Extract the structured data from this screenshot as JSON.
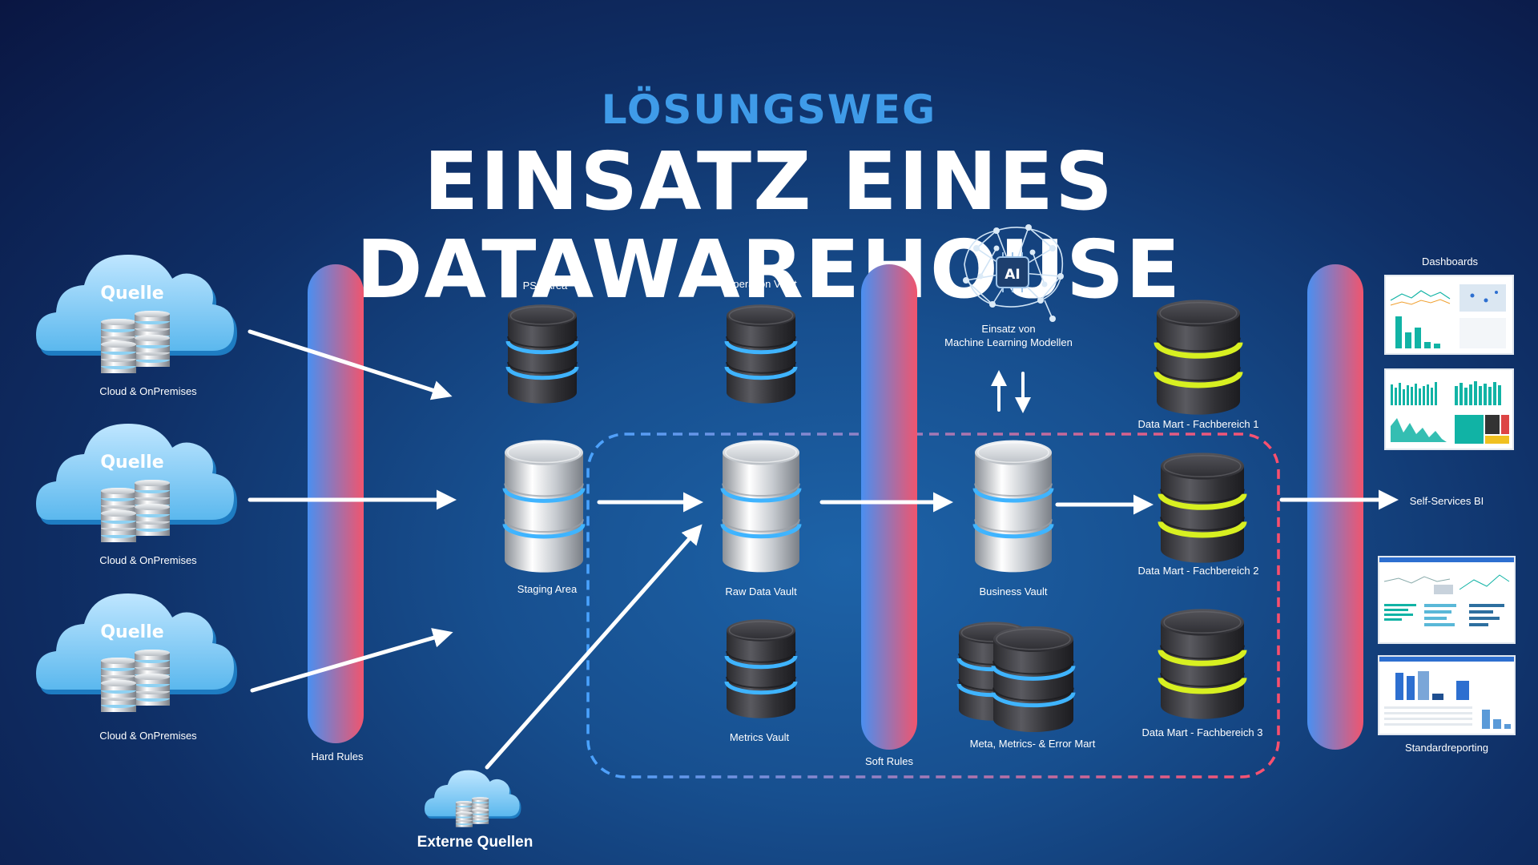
{
  "header": {
    "subtitle": "LÖSUNGSWEG",
    "title": "EINSATZ EINES DATAWAREHOUSE"
  },
  "sources": [
    {
      "cloud_label": "Quelle",
      "caption": "Cloud & OnPremises"
    },
    {
      "cloud_label": "Quelle",
      "caption": "Cloud & OnPremises"
    },
    {
      "cloud_label": "Quelle",
      "caption": "Cloud & OnPremises"
    }
  ],
  "external": {
    "caption": "Externe Quellen"
  },
  "pillars": {
    "hard": "Hard Rules",
    "soft": "Soft Rules"
  },
  "stores": {
    "psa": "PSA Area*",
    "staging": "Staging Area",
    "operation_vault": "Operation Vault",
    "raw_vault": "Raw Data Vault",
    "metrics_vault": "Metrics Vault",
    "business_vault": "Business Vault",
    "meta_mart": "Meta, Metrics- & Error Mart",
    "dm1": "Data Mart - Fachbereich 1",
    "dm2": "Data Mart - Fachbereich 2",
    "dm3": "Data Mart - Fachbereich 3"
  },
  "ai": {
    "badge": "AI",
    "caption_line1": "Einsatz von",
    "caption_line2": "Machine Learning Modellen"
  },
  "outputs": {
    "dashboards": "Dashboards",
    "selfservice": "Self-Services BI",
    "standard": "Standardreporting"
  },
  "colors": {
    "accent_blue": "#3f9be8",
    "pillar_top": "#4a8ff0",
    "pillar_bottom": "#f0556e",
    "mart_ring": "#d8f021",
    "vault_ring": "#3fb4ff",
    "teal_chart": "#11b3a5"
  }
}
